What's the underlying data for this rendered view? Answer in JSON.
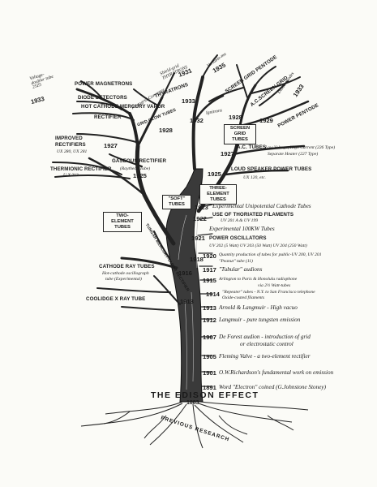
{
  "title": "THE EDISON EFFECT",
  "title_year": "1883",
  "roots_label": "PREVIOUS RESEARCH",
  "trunk_events": [
    {
      "year": "1891",
      "text": "Word \"Electron\" coined (G.Johnstone Stoney)"
    },
    {
      "year": "1901",
      "text": "O.W.Richardson's fundamental work on emission"
    },
    {
      "year": "1905",
      "text": "Fleming Valve - a two-element rectifier"
    },
    {
      "year": "1907",
      "text": "De Forest audion - introduction of grid"
    },
    {
      "year": "",
      "text": "or electrostatic control"
    },
    {
      "year": "1912",
      "text": "Langmuir - pure tungsten emission"
    },
    {
      "year": "1913",
      "text": "Arnold & Langmuir - High vacuo"
    },
    {
      "year": "1914",
      "text": "\"Repeater\" tubes - N.Y. to San Francisco telephone"
    },
    {
      "year": "",
      "text": "Oxide-coated filaments"
    },
    {
      "year": "1915",
      "text": "Arlington to Paris & Honolulu radiophone"
    },
    {
      "year": "",
      "text": "via 2½ Watt-tubes"
    },
    {
      "year": "1917",
      "text": "\"Tubular\" audions"
    },
    {
      "year": "1920",
      "text": "Quantity production of tubes for public-UV 200, UV 201"
    },
    {
      "year": "",
      "text": "\"Peanut\" tube (11)"
    },
    {
      "year": "",
      "text": "UV 202 (5 Watt) UV 203 (50 Watt) UV 204 (250 Watt)"
    },
    {
      "year": "1921",
      "text": "POWER OSCILLATORS"
    },
    {
      "year": "",
      "text": "Experimental 100KW Tubes"
    },
    {
      "year": "",
      "text": "UV 201 A & UV 199"
    },
    {
      "year": "1922",
      "text": "USE OF THORIATED FILAMENTS"
    },
    {
      "year": "1923",
      "text": "Experimental Unipotential Cathode Tubes"
    }
  ],
  "branch_labels": {
    "cathode_ray": "CATHODE RAY TUBES",
    "hot_cathode_osc_1": "Hot-cathode oscillograph",
    "hot_cathode_osc_2": "tube (Experimental)",
    "coolidge": "COOLIDGE X RAY TUBE",
    "tungar": "TUNGAR MERCURY-VAPOR RECTIFIER",
    "thermionic": "THERMIONIC RECTIFIER",
    "ux213": "U X 213",
    "improved_1": "IMPROVED",
    "improved_2": "RECTIFIERS",
    "ux280": "UX 280, UX 281",
    "gaseous": "GASEOUS RECTIFIER",
    "raytheon": "(Raytheon Tube)",
    "hot_cathode_mv": "HOT CATHODE MERCURY VAPOR",
    "rectifier": "RECTIFIER",
    "power_magnetrons": "POWER MAGNETRONS",
    "diode_detectors": "DIODE DETECTORS",
    "voltage_doubler": "Voltage-doubler tube 25Z5",
    "thyratrons": "THYRATRONS",
    "grid_glow": "GRID GLOW TUBES",
    "shield_grid": "Shield-grid THYRATRONS",
    "variable_mu": "Variable-mu",
    "pentagrid": "Pentagrid Converter",
    "screen_grid_pentode": "SCREEN GRID PENTODE",
    "ac_screen_grid": "A.C.SCREEN GRID",
    "diode_triodes": "Diode-triodes",
    "power_pentode": "POWER PENTODE",
    "ignitrons": "Ignitrons",
    "ac_tubes": "A.C. TUBES",
    "ac_tubes_note_1": "Low Voltage, High Current (226 Type)",
    "ac_tubes_note_2": "Separate Heater (227 Type)",
    "loud_speaker": "LOUD SPEAKER POWER TUBES",
    "ux120": "UX 120, etc."
  },
  "boxes": {
    "two_element": "TWO-ELEMENT TUBES",
    "soft": "\"SOFT\" TUBES",
    "three_element": "THREE-ELEMENT TUBES",
    "screen_grid": "SCREEN GRID TUBES"
  },
  "branch_years": {
    "y1916": "1916",
    "y1913b": "1913",
    "y1918": "1918",
    "y1925a": "1925",
    "y1927a": "1927",
    "y1928a": "1928",
    "y1933a": "1933",
    "y1933b": "1933",
    "y1932": "1932",
    "y1928b": "1928",
    "y1929": "1929",
    "y1927b": "1927",
    "y1925b": "1925",
    "y1931": "1931",
    "y1935": "1935",
    "y1933c": "1933"
  }
}
